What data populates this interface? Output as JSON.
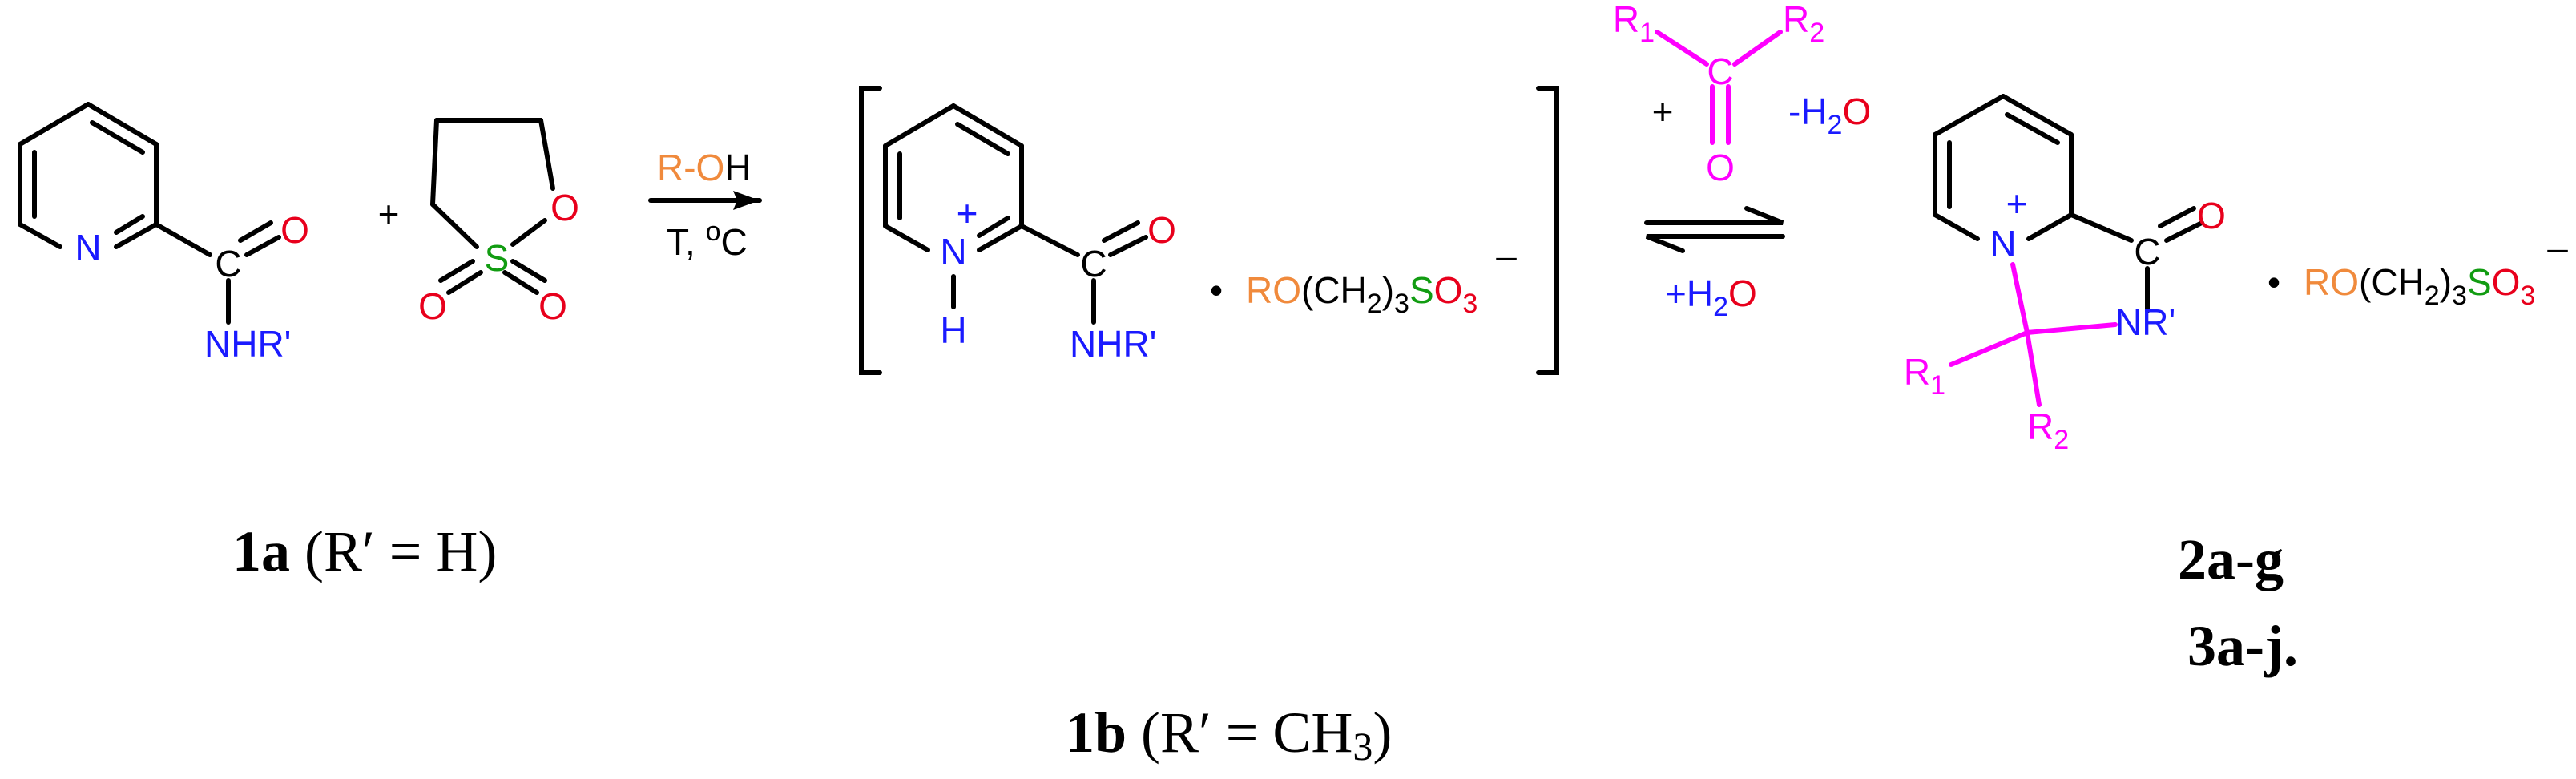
{
  "colors": {
    "black": "#000000",
    "red": "#e8001c",
    "blue": "#1a1aff",
    "green": "#129c12",
    "orange": "#f08a3c",
    "magenta": "#ff00ff"
  },
  "atoms": {
    "N": "N",
    "C": "C",
    "O": "O",
    "S": "S",
    "H": "H",
    "NHR": "NHR'",
    "NR": "NR'",
    "R1": "R",
    "R1_sub": "1",
    "R2": "R",
    "R2_sub": "2",
    "plus": "+",
    "minus": "–",
    "dot": "•"
  },
  "reagents": {
    "plus1": "+",
    "ROH_R": "R-O",
    "ROH_H": "H",
    "conditions": "T, ",
    "conditions_sup": "o",
    "conditions_unit": "C",
    "plus2": "+",
    "minus_h2o_a": "-H",
    "minus_h2o_sub": "2",
    "minus_h2o_b": "O",
    "plus_h2o_a": "+H",
    "plus_h2o_sub": "2",
    "plus_h2o_b": "O"
  },
  "anion": {
    "RO": "RO",
    "CH2": "(CH",
    "sub2": "2",
    "paren": ")",
    "sub3": "3",
    "S": "S",
    "O": "O",
    "subO": "3",
    "charge": "–"
  },
  "labels": {
    "l1a_bold": "1a",
    "l1a_rest": " (R′ = H)",
    "l1b_bold": "1b",
    "l1b_rest": " (R′ = CH",
    "l1b_sub": "3",
    "l1b_close": ")",
    "l2": "2a-g",
    "l3": "3a-j."
  }
}
